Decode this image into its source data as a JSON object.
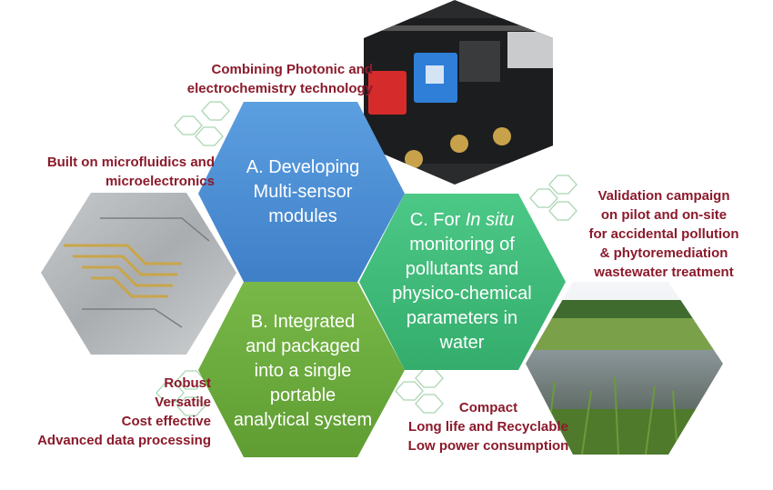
{
  "hexagons": {
    "a": {
      "lines": [
        "A. Developing",
        "Multi-sensor",
        "modules"
      ],
      "color": "#4a8fd4"
    },
    "b": {
      "lines": [
        "B. Integrated",
        "and packaged",
        "into a single",
        "portable",
        "analytical system"
      ],
      "color": "#6cad3c"
    },
    "c": {
      "line1_prefix": "C. For ",
      "line1_italic": "In situ",
      "lines": [
        "monitoring of",
        "pollutants and",
        "physico-chemical",
        "parameters in",
        "water"
      ],
      "color": "#3fbd7a"
    }
  },
  "labels": {
    "photonic": [
      "Combining Photonic and",
      "electrochemistry technology"
    ],
    "microfluidics": [
      "Built on microfluidics and",
      "microelectronics"
    ],
    "validation": [
      "Validation campaign",
      "on pilot and on-site",
      "for accidental pollution",
      "& phytoremediation",
      "wastewater treatment"
    ],
    "robust": [
      "Robust",
      "Versatile",
      "Cost effective",
      "Advanced data processing"
    ],
    "compact": [
      "Compact",
      "Long life and Recyclable",
      "Low power consumption"
    ]
  },
  "colors": {
    "label_text": "#8b1a2b",
    "small_hex_stroke": "#a8d5b0",
    "hex_text": "#ffffff"
  },
  "icons": [
    "circuit-board-photo",
    "microfluidic-chip-photo",
    "wastewater-pond-photo"
  ]
}
